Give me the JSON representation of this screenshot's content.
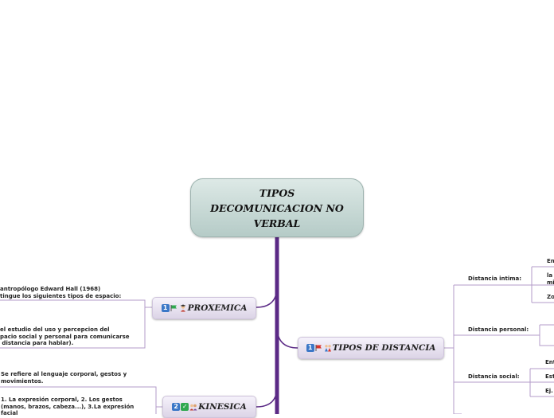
{
  "root": {
    "title": "TIPOS DECOMUNICACION NO VERBAL"
  },
  "topics": {
    "proxemica": {
      "label": "PROXEMICA",
      "icons": [
        "1",
        "flag-green",
        "person-student"
      ],
      "notes": [
        "antropólogo Edward Hall (1968)\ntingue los siguientes tipos de espacio:",
        "el estudio del uso y percepcion del\npacio social y personal para comunicarse\n distancia para hablar)."
      ]
    },
    "kinesica": {
      "label": "KINESICA",
      "icons": [
        "2",
        "check-green",
        "people-group"
      ],
      "notes": [
        "Se refiere al lenguaje corporal, gestos y\nmovimientos.",
        "1. La expresión corporal, 2. Los gestos\n(manos, brazos, cabeza...), 3.La expresión\nfacial"
      ]
    },
    "tipos_distancia": {
      "label": "TIPOS DE DISTANCIA",
      "icons": [
        "1",
        "flag-red",
        "people-pair"
      ],
      "subtopics": [
        {
          "label": "Distancia intima:",
          "children": [
            "En",
            "la\nmi",
            "Zo"
          ]
        },
        {
          "label": "Distancia personal:",
          "children": [
            ""
          ]
        },
        {
          "label": "Distancia social:",
          "children": [
            "Ent",
            "Est",
            "Ej."
          ]
        }
      ]
    }
  },
  "colors": {
    "connector": "#5b2a86",
    "branch": "#b39bc9",
    "root_fill": "#c9dad6"
  }
}
